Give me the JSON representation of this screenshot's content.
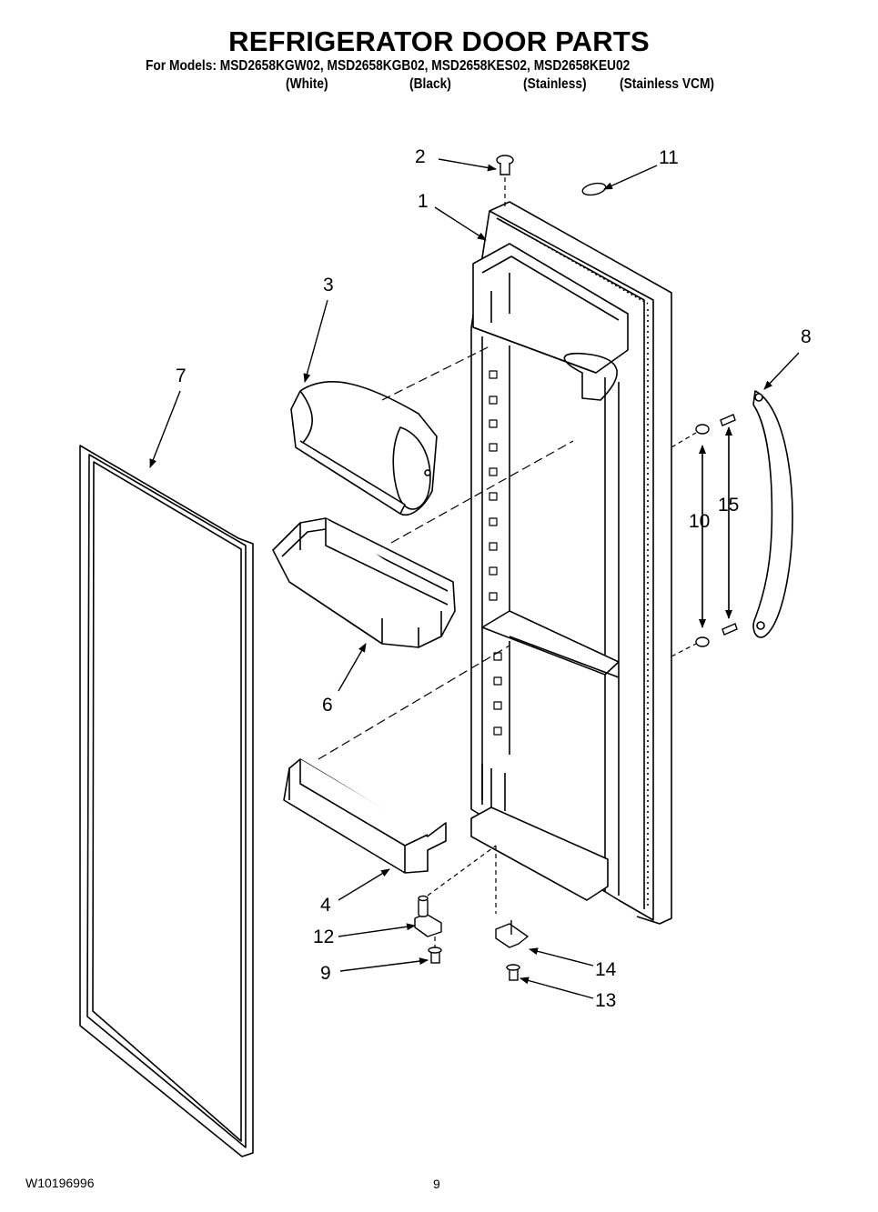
{
  "header": {
    "title": "REFRIGERATOR DOOR PARTS",
    "models_line": "For Models: MSD2658KGW02, MSD2658KGB02, MSD2658KES02, MSD2658KEU02",
    "variants": [
      "(White)",
      "(Black)",
      "(Stainless)",
      "(Stainless VCM)"
    ]
  },
  "callouts": {
    "p1": "1",
    "p2": "2",
    "p3": "3",
    "p4": "4",
    "p6": "6",
    "p7": "7",
    "p8": "8",
    "p9": "9",
    "p10": "10",
    "p11": "11",
    "p12": "12",
    "p13": "13",
    "p14": "14",
    "p15": "15"
  },
  "footer": {
    "part_number": "W10196996",
    "page_number": "9"
  }
}
